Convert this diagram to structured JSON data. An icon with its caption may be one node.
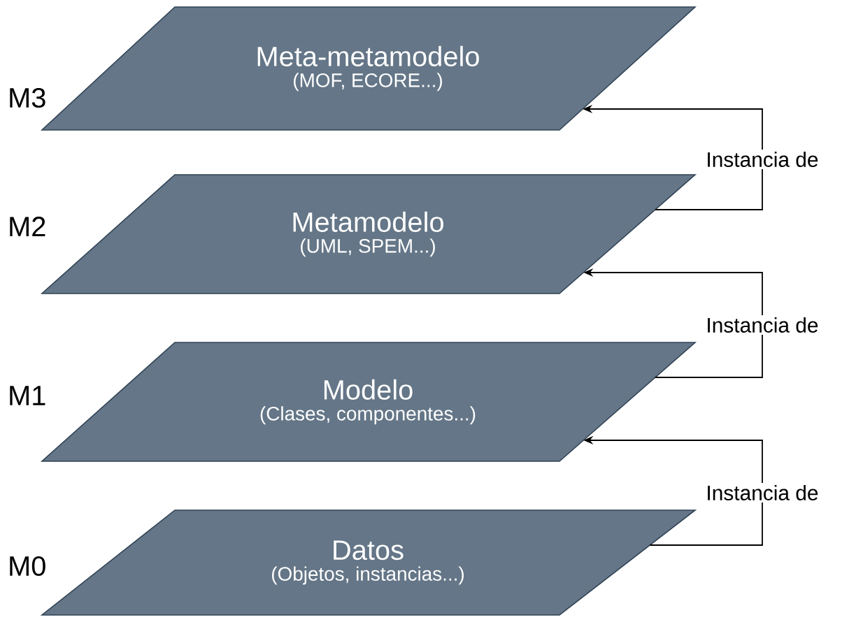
{
  "diagram": {
    "nodes": [
      {
        "text": [
          "Meta-metamodelo",
          "(MOF, ECORE...)"
        ]
      },
      {
        "text": [
          "Metamodelo",
          "(UML, SPEM...)"
        ]
      },
      {
        "text": [
          "Modelo",
          "(Clases, componentes...)"
        ]
      },
      {
        "text": [
          "Datos",
          "(Objetos, instancias...)"
        ]
      }
    ],
    "edges": [
      {
        "from": 1,
        "to": 0,
        "arrow": "to",
        "label": "Instancia de"
      },
      {
        "from": 2,
        "to": 1,
        "arrow": "to",
        "label": "Instancia de"
      },
      {
        "from": 3,
        "to": 2,
        "arrow": "to",
        "label": "Instancia de"
      }
    ],
    "labels": [
      "M3",
      "M2",
      "M1",
      "M0"
    ]
  }
}
